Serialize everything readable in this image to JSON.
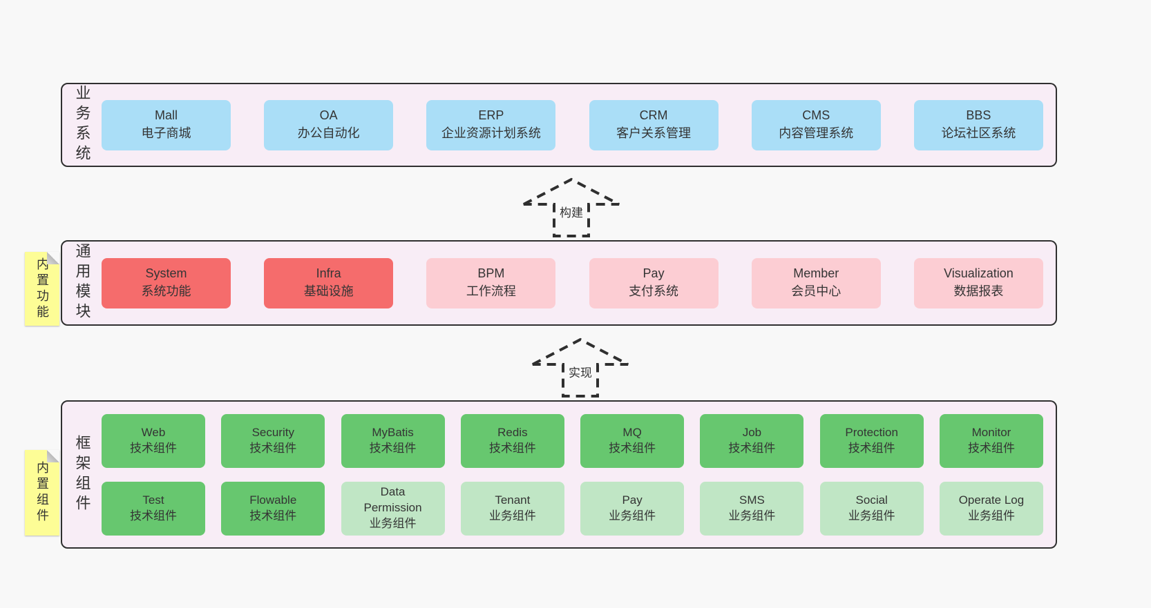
{
  "colors": {
    "page_bg": "#f8f8f8",
    "panel_bg": "#f8edf6",
    "panel_border": "#2f2f2f",
    "blue_box": "#aadef7",
    "red_box": "#f56c6c",
    "pink_box": "#fccdd3",
    "green_box": "#67c76f",
    "light_green_box": "#c0e6c5",
    "sticky_bg": "#fdfd96",
    "text": "#343434"
  },
  "layers": {
    "business": {
      "label": "业务系统",
      "boxes": [
        {
          "name": "Mall",
          "desc": "电子商城",
          "variant": "blue"
        },
        {
          "name": "OA",
          "desc": "办公自动化",
          "variant": "blue"
        },
        {
          "name": "ERP",
          "desc": "企业资源计划系统",
          "variant": "blue"
        },
        {
          "name": "CRM",
          "desc": "客户关系管理",
          "variant": "blue"
        },
        {
          "name": "CMS",
          "desc": "内容管理系统",
          "variant": "blue"
        },
        {
          "name": "BBS",
          "desc": "论坛社区系统",
          "variant": "blue"
        }
      ]
    },
    "modules": {
      "label": "通用模块",
      "sticky": "内置功能",
      "boxes": [
        {
          "name": "System",
          "desc": "系统功能",
          "variant": "red"
        },
        {
          "name": "Infra",
          "desc": "基础设施",
          "variant": "red"
        },
        {
          "name": "BPM",
          "desc": "工作流程",
          "variant": "pink"
        },
        {
          "name": "Pay",
          "desc": "支付系统",
          "variant": "pink"
        },
        {
          "name": "Member",
          "desc": "会员中心",
          "variant": "pink"
        },
        {
          "name": "Visualization",
          "desc": "数据报表",
          "variant": "pink"
        }
      ]
    },
    "components": {
      "label": "框架组件",
      "sticky": "内置组件",
      "rows": [
        [
          {
            "name": "Web",
            "desc": "技术组件",
            "variant": "green"
          },
          {
            "name": "Security",
            "desc": "技术组件",
            "variant": "green"
          },
          {
            "name": "MyBatis",
            "desc": "技术组件",
            "variant": "green"
          },
          {
            "name": "Redis",
            "desc": "技术组件",
            "variant": "green"
          },
          {
            "name": "MQ",
            "desc": "技术组件",
            "variant": "green"
          },
          {
            "name": "Job",
            "desc": "技术组件",
            "variant": "green"
          },
          {
            "name": "Protection",
            "desc": "技术组件",
            "variant": "green"
          },
          {
            "name": "Monitor",
            "desc": "技术组件",
            "variant": "green"
          }
        ],
        [
          {
            "name": "Test",
            "desc": "技术组件",
            "variant": "green"
          },
          {
            "name": "Flowable",
            "desc": "技术组件",
            "variant": "green"
          },
          {
            "name": "Data Permission",
            "desc": "业务组件",
            "variant": "light-green"
          },
          {
            "name": "Tenant",
            "desc": "业务组件",
            "variant": "light-green"
          },
          {
            "name": "Pay",
            "desc": "业务组件",
            "variant": "light-green"
          },
          {
            "name": "SMS",
            "desc": "业务组件",
            "variant": "light-green"
          },
          {
            "name": "Social",
            "desc": "业务组件",
            "variant": "light-green"
          },
          {
            "name": "Operate Log",
            "desc": "业务组件",
            "variant": "light-green"
          }
        ]
      ]
    }
  },
  "arrows": [
    {
      "label": "构建"
    },
    {
      "label": "实现"
    }
  ]
}
